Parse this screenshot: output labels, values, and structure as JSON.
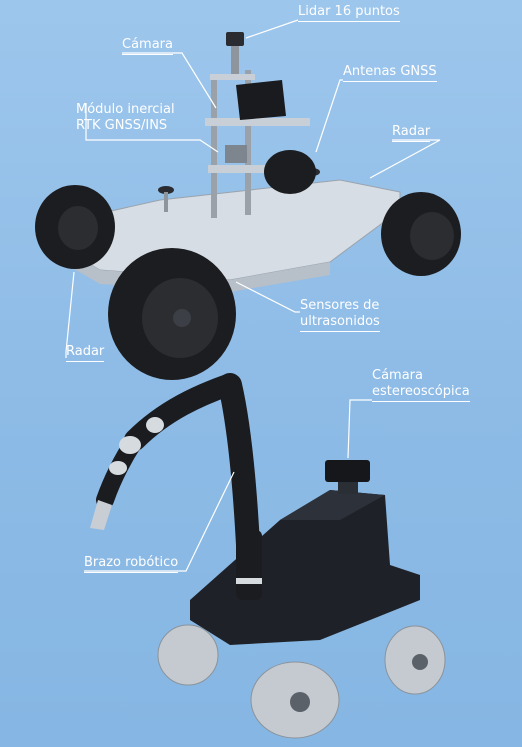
{
  "labels": {
    "lidar": "Lidar 16 puntos",
    "camara": "Cámara",
    "antenas": "Antenas GNSS",
    "modulo_line1": "Módulo inercial",
    "modulo_line2": "RTK GNSS/INS",
    "radar_top": "Radar",
    "sensores_line1": "Sensores de",
    "sensores_line2": "ultrasonidos",
    "radar_left": "Radar",
    "camara_estereo_line1": "Cámara",
    "camara_estereo_line2": "estereoscópica",
    "brazo": "Brazo robótico"
  },
  "colors": {
    "background": "#93c0e8",
    "label_text": "#ffffff",
    "leader_line": "#ffffff",
    "rover_body": "#d9dfe6",
    "tire": "#1c1d20",
    "robot_body": "#1e2228"
  }
}
